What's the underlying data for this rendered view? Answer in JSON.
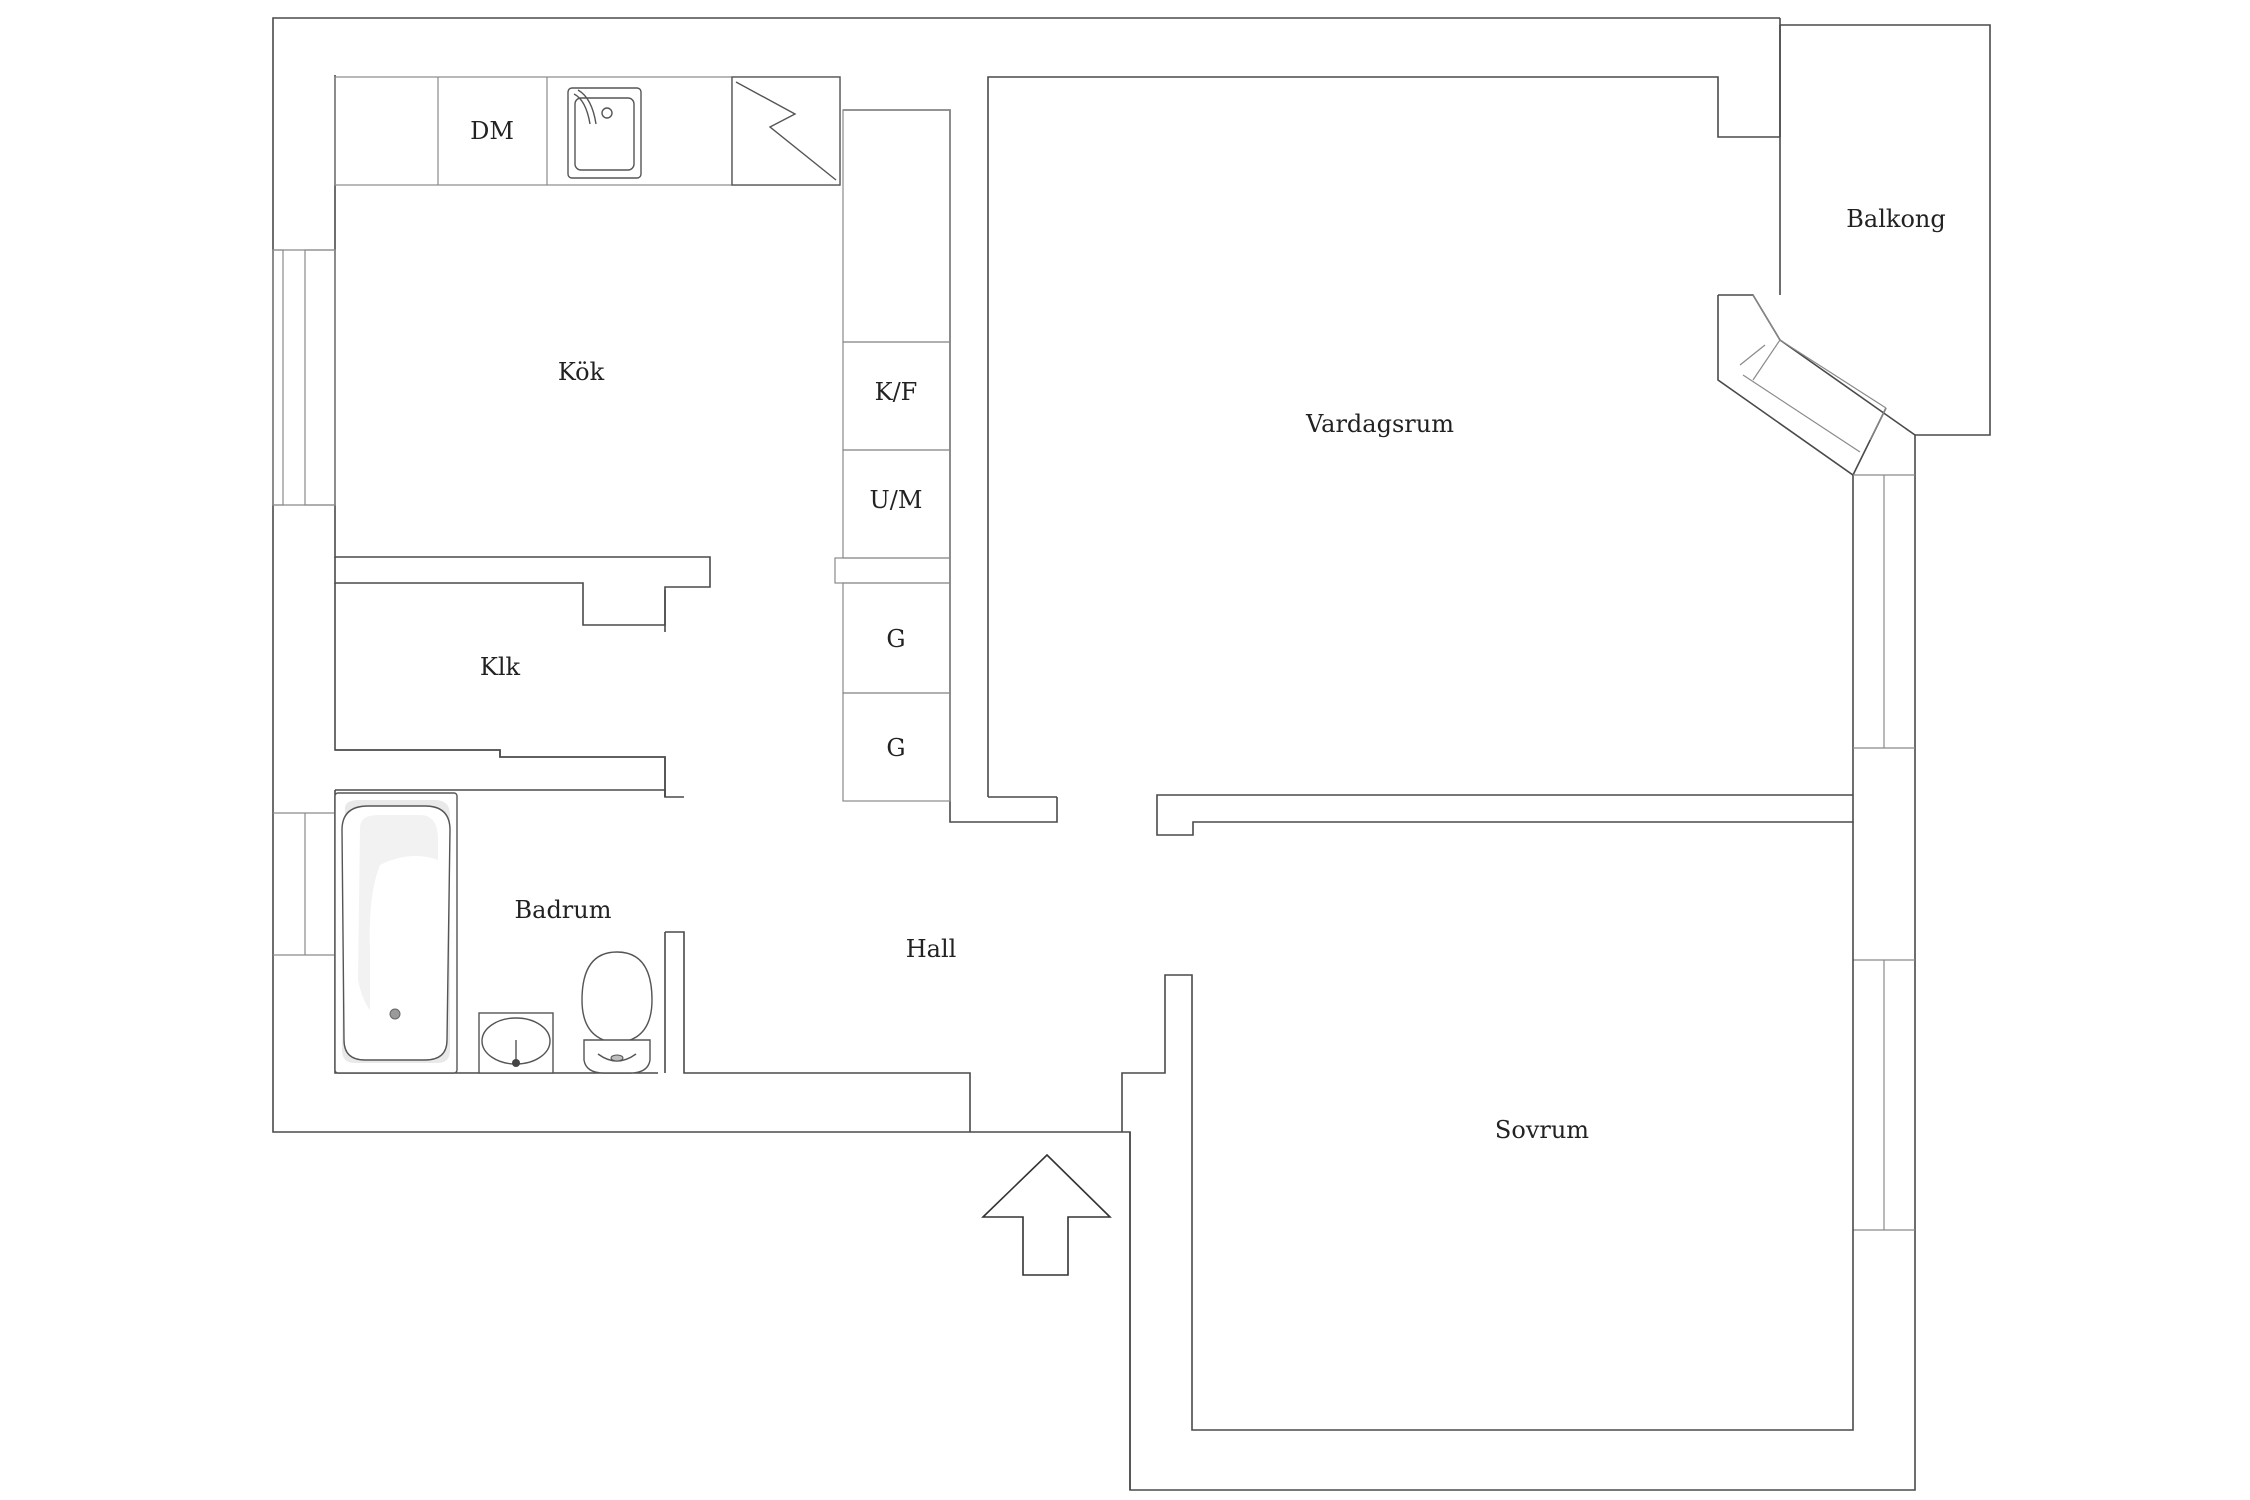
{
  "rooms": {
    "kitchen": "Kök",
    "living_room": "Vardagsrum",
    "balcony": "Balkong",
    "closet": "Klk",
    "bathroom": "Badrum",
    "hall": "Hall",
    "bedroom": "Sovrum"
  },
  "appliances": {
    "dishwasher": "DM",
    "fridge_freezer": "K/F",
    "oven_microwave": "U/M",
    "wardrobe_1": "G",
    "wardrobe_2": "G"
  }
}
